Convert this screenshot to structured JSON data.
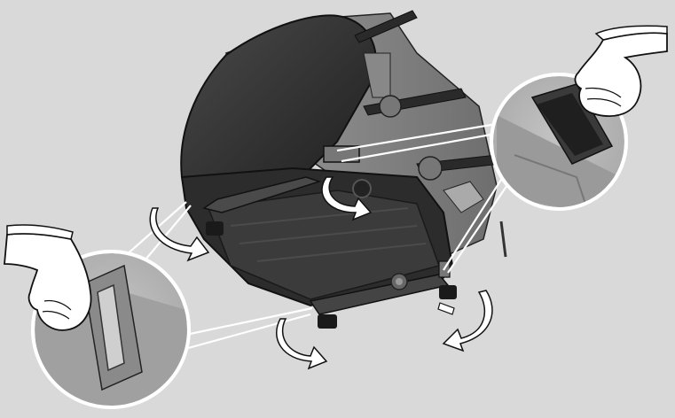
{
  "figure": {
    "subject": "appliance-underside",
    "detail_callouts": [
      "left-latch-detail",
      "right-latch-detail"
    ],
    "rotation_arrows": [
      "top-left-arrow",
      "left-arrow",
      "bottom-left-arrow",
      "bottom-right-arrow",
      "center-arrow"
    ],
    "hand_icons": [
      "hand-icon-top-right",
      "hand-icon-left"
    ]
  },
  "colors": {
    "background": "#d9d9d9",
    "body_dark": "#3a3a3a",
    "body_mid": "#555555",
    "body_light": "#8a8a8a",
    "callout_fill": "#b5b5b5",
    "outline": "#111111",
    "white": "#ffffff"
  }
}
